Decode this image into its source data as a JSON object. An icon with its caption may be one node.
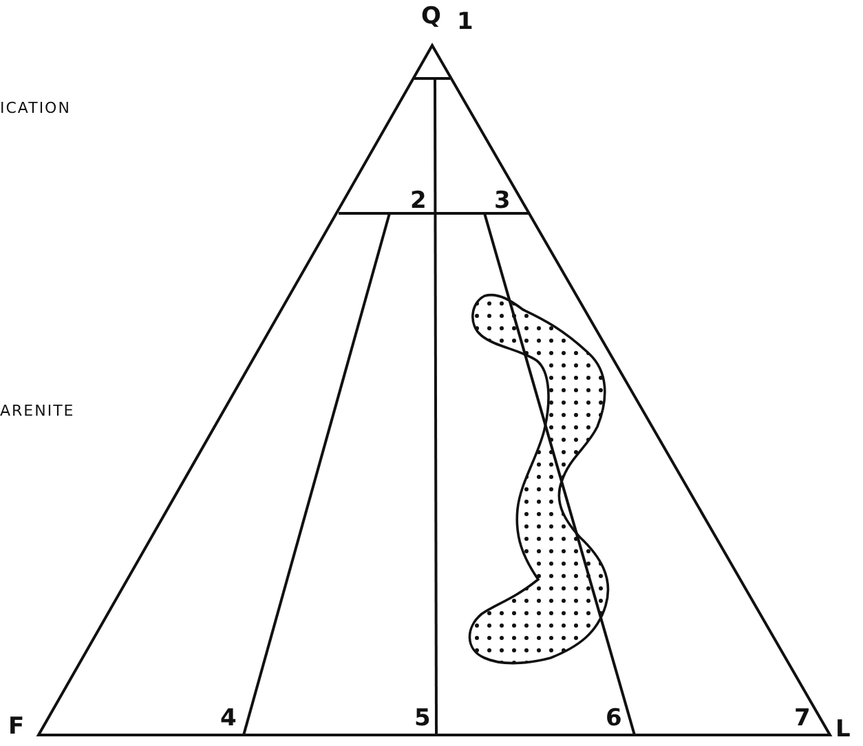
{
  "diagram": {
    "labels": [
      "Q",
      "1",
      "ICATION",
      "2",
      "3",
      "ARENITE",
      "F",
      "4",
      "5",
      "6",
      "7",
      "L"
    ]
  }
}
